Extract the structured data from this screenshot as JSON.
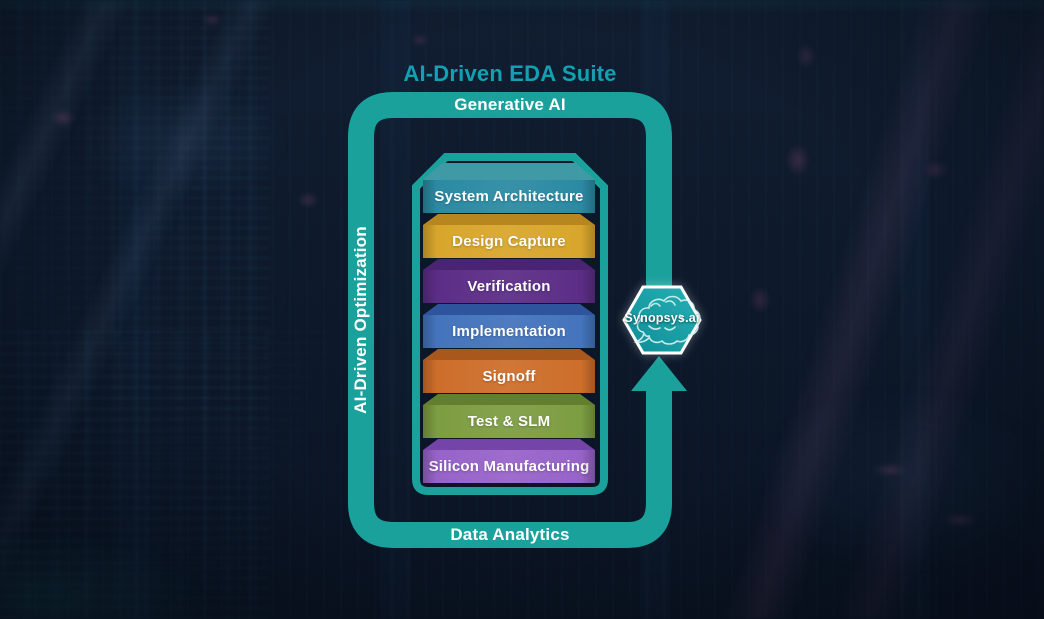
{
  "title": "AI-Driven EDA Suite",
  "loop": {
    "top_label": "Generative AI",
    "left_label": "AI-Driven Optimization",
    "bottom_label": "Data Analytics",
    "color": "#1ba19c"
  },
  "stack": {
    "items": [
      {
        "label": "System Architecture",
        "front_color": "#2b8aa3",
        "top_color": "#3f9aa6"
      },
      {
        "label": "Design Capture",
        "front_color": "#d8a62c",
        "top_color": "#b8861f"
      },
      {
        "label": "Verification",
        "front_color": "#5c2d86",
        "top_color": "#4a2472"
      },
      {
        "label": "Implementation",
        "front_color": "#4474bd",
        "top_color": "#2d549c"
      },
      {
        "label": "Signoff",
        "front_color": "#cd6e2b",
        "top_color": "#a9581d"
      },
      {
        "label": "Test & SLM",
        "front_color": "#7d9d42",
        "top_color": "#627e2e"
      },
      {
        "label": "Silicon Manufacturing",
        "front_color": "#9763c9",
        "top_color": "#7544a8"
      }
    ]
  },
  "badge": {
    "label": "Synopsys.ai",
    "icon": "brain-icon",
    "fill_color": "#129ba4",
    "border_color": "#ffffff"
  },
  "colors": {
    "title": "#13a0b2",
    "loop_teal": "#1ba19c",
    "text_on_teal": "#ffffff",
    "background": "#0e1a2c"
  }
}
